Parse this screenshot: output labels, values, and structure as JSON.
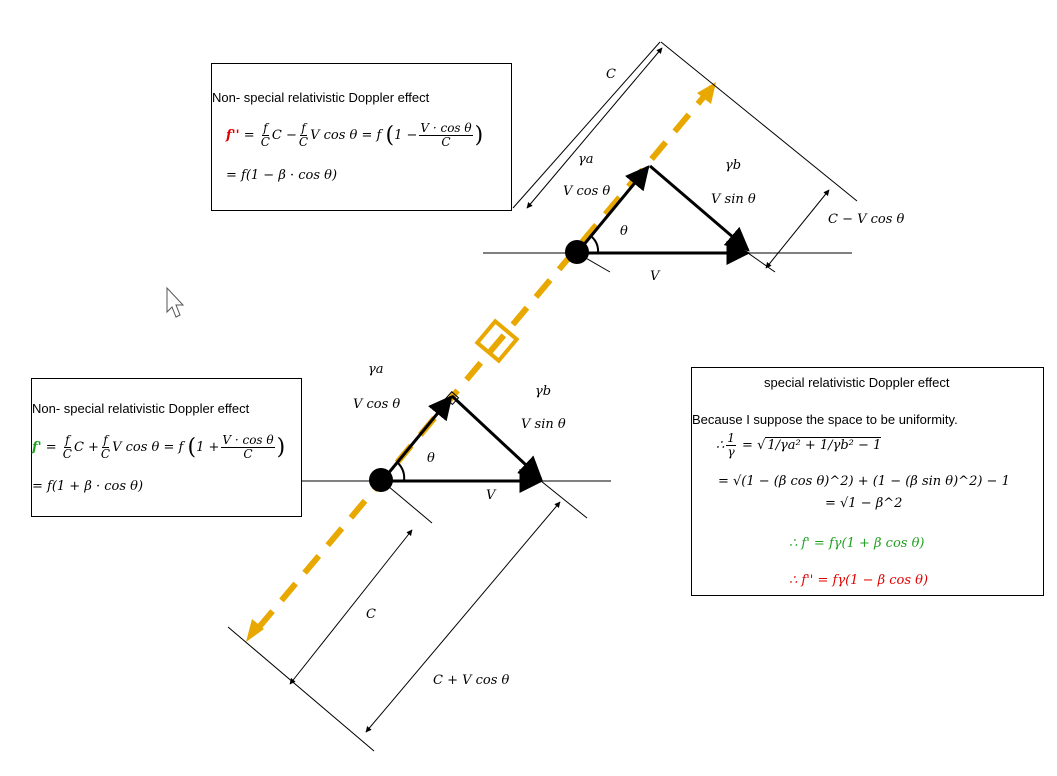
{
  "box_top": {
    "title": "Non- special relativistic Doppler effect",
    "lhs": "f''",
    "eq1_a": "= ",
    "f_over_c_num": "f",
    "f_over_c_den": "C",
    "eq1_b": "C −",
    "eq1_c": "V cos θ = f",
    "inner_one": "1 −",
    "vcos_num": "V · cos θ",
    "vcos_den": "C",
    "eq2": "= f(1 − β · cos θ)"
  },
  "box_bottom": {
    "title": "Non- special relativistic Doppler effect",
    "lhs": "f'",
    "eq1_a": "= ",
    "f_over_c_num": "f",
    "f_over_c_den": "C",
    "eq1_b": "C +",
    "eq1_c": "V cos θ = f",
    "inner_one": "1 +",
    "vcos_num": "V · cos θ",
    "vcos_den": "C",
    "eq2": "= f(1 + β · cos θ)"
  },
  "box_right": {
    "title": "special relativistic Doppler effect",
    "line1": "Because I suppose the space to be uniformity.",
    "gamma_prefix": "∴",
    "one_num": "1",
    "gamma_den": "γ",
    "gamma_rhs_sqrt": "1/γa² + 1/γb² − 1",
    "line3": "= √(1 − (β cos θ)^2) + (1 − (β sin θ)^2) − 1",
    "line4": "= √1 − β^2",
    "result1": "∴ f' = fγ(1 + β cos θ)",
    "result2": "∴ f'' = fγ(1 − β cos θ)"
  },
  "labels": {
    "C_top": "C",
    "gamma_a_top": "γa",
    "gamma_b_top": "γb",
    "vcos_top": "V cos θ",
    "vsin_top": "V sin θ",
    "theta_top": "θ",
    "V_top": "V",
    "c_minus": "C − V cos θ",
    "gamma_a_bot": "γa",
    "gamma_b_bot": "γb",
    "vcos_bot": "V cos θ",
    "vsin_bot": "V sin θ",
    "theta_bot": "θ",
    "V_bot": "V",
    "C_bot": "C",
    "c_plus": "C + V cos θ"
  },
  "colors": {
    "dashed_line": "#e8a800",
    "red": "#e00000",
    "green": "#20a020"
  }
}
